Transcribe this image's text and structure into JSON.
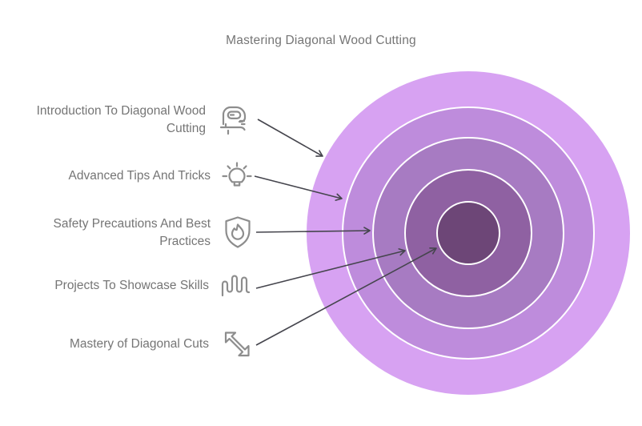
{
  "title": "Mastering Diagonal Wood Cutting",
  "diagram": {
    "type": "onion",
    "levels": 5,
    "rings": [
      {
        "level": 1,
        "color": "#D7A2F2"
      },
      {
        "level": 2,
        "color": "#BE8CDC"
      },
      {
        "level": 3,
        "color": "#A77BC2"
      },
      {
        "level": 4,
        "color": "#8F61A2"
      },
      {
        "level": 5,
        "color": "#6D4677"
      }
    ]
  },
  "items": [
    {
      "label": "Introduction To Diagonal Wood Cutting",
      "icon": "jigsaw-icon",
      "target_ring": 1
    },
    {
      "label": "Advanced Tips And Tricks",
      "icon": "lightbulb-icon",
      "target_ring": 2
    },
    {
      "label": "Safety Precautions And Best Practices",
      "icon": "shield-flame-icon",
      "target_ring": 3
    },
    {
      "label": "Projects To Showcase Skills",
      "icon": "waveform-icon",
      "target_ring": 4
    },
    {
      "label": "Mastery of Diagonal Cuts",
      "icon": "diagonal-resize-arrow-icon",
      "target_ring": 5
    }
  ],
  "colors": {
    "background": "#ffffff",
    "text": "#757575",
    "icon": "#8d8d8d",
    "arrow": "#45454d",
    "ring-border": "#ffffff"
  }
}
